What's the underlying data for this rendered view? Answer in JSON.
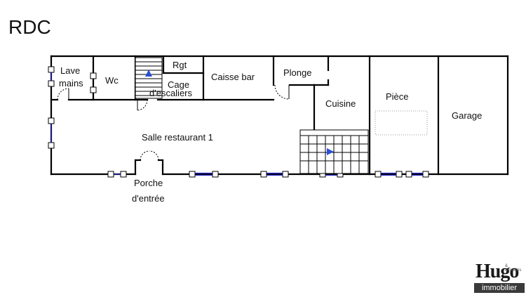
{
  "floor_title": "RDC",
  "rooms": {
    "lave_mains_1": "Lave",
    "lave_mains_2": "mains",
    "wc": "Wc",
    "rgt": "Rgt",
    "cage_1": "Cage",
    "cage_2": "d'escaliers",
    "caisse_bar": "Caisse bar",
    "plonge": "Plonge",
    "cuisine": "Cuisine",
    "piece": "Pièce",
    "garage": "Garage",
    "salle": "Salle restaurant 1",
    "porche_1": "Porche",
    "porche_2": "d'entrée"
  },
  "logo": {
    "word": "Hugo",
    "associes": "& associés",
    "immobilier": "immobilier"
  },
  "colors": {
    "wall": "#000000",
    "window_glass": "#2b2bd0",
    "stair_arrow": "#2a4fd6"
  }
}
